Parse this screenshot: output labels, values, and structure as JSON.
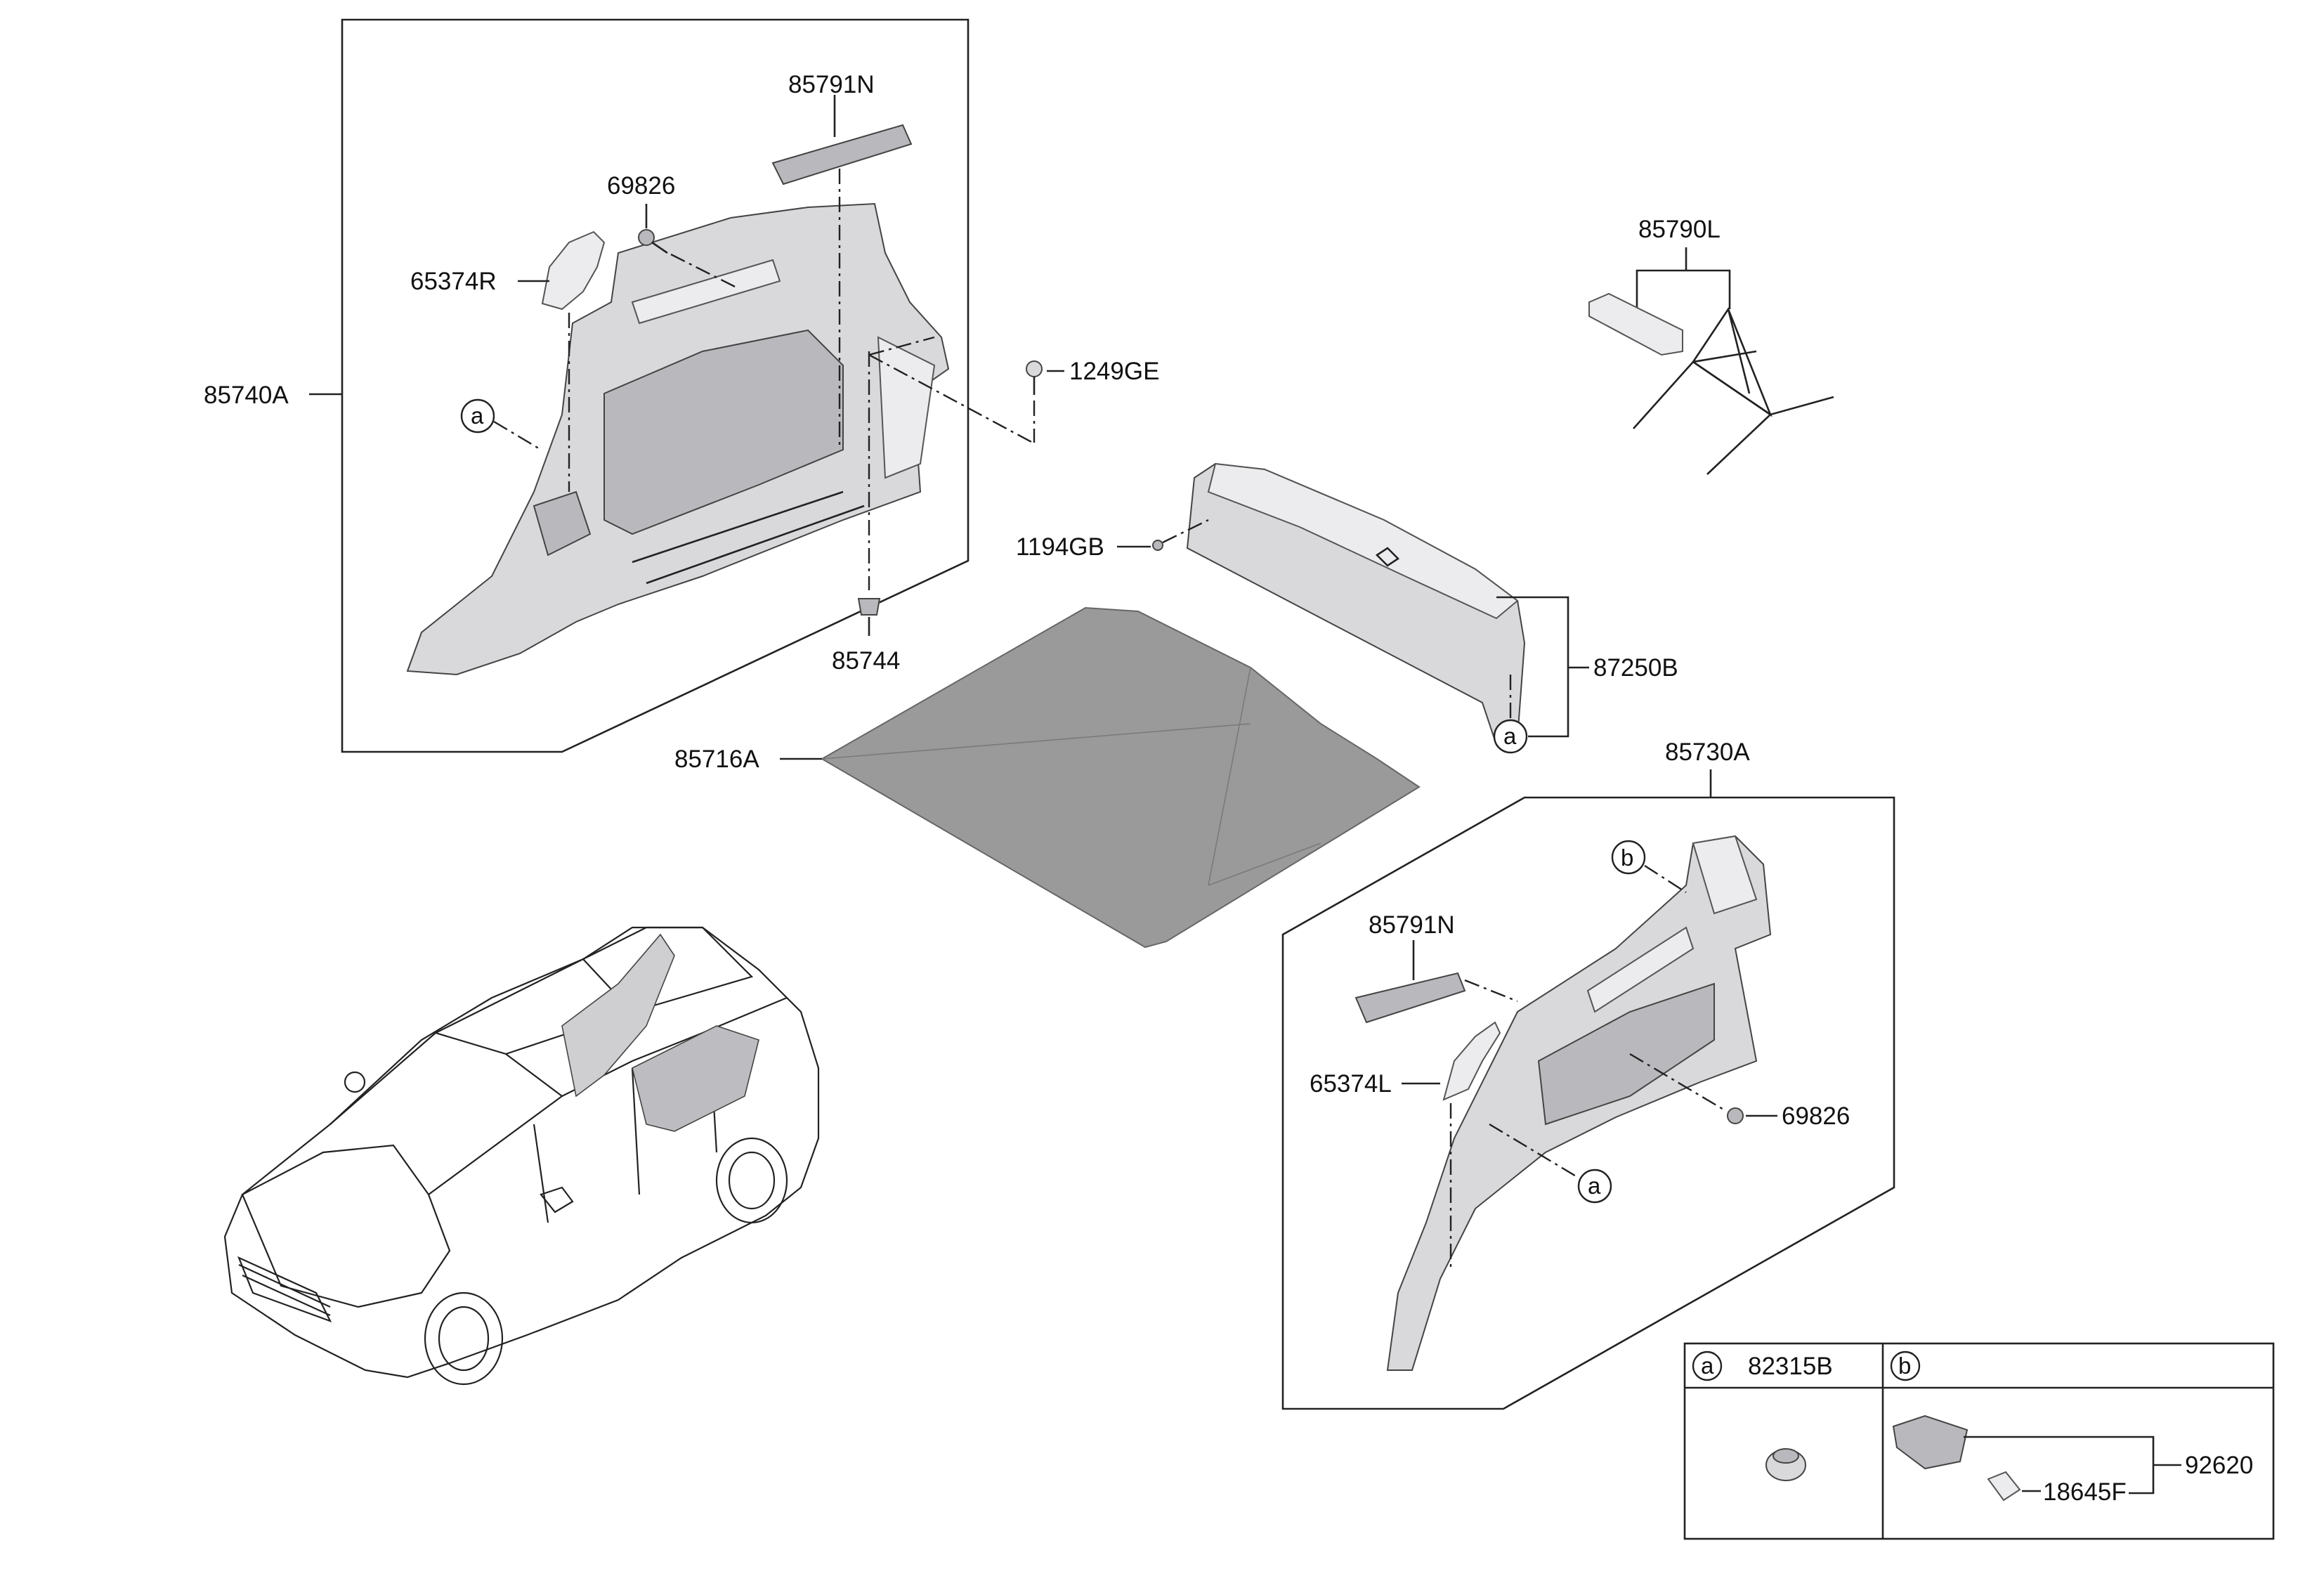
{
  "labels": {
    "p85740A": "85740A",
    "p85791N_top": "85791N",
    "p69826_top": "69826",
    "p65374R": "65374R",
    "p1249GE": "1249GE",
    "p85744": "85744",
    "p85790L": "85790L",
    "p1194GB": "1194GB",
    "p87250B": "87250B",
    "p85716A": "85716A",
    "p85730A": "85730A",
    "p85791N_bot": "85791N",
    "p65374L": "65374L",
    "p69826_bot": "69826",
    "p82315B": "82315B",
    "p92620": "92620",
    "p18645F": "18645F"
  },
  "callouts": {
    "a": "a",
    "b": "b"
  },
  "legend": {
    "col_a_letter": "a",
    "col_a_part": "82315B",
    "col_b_letter": "b"
  },
  "colors": {
    "line": "#222222",
    "part_fill": "#d9d9dc",
    "mat_fill": "#9a9a9a"
  }
}
